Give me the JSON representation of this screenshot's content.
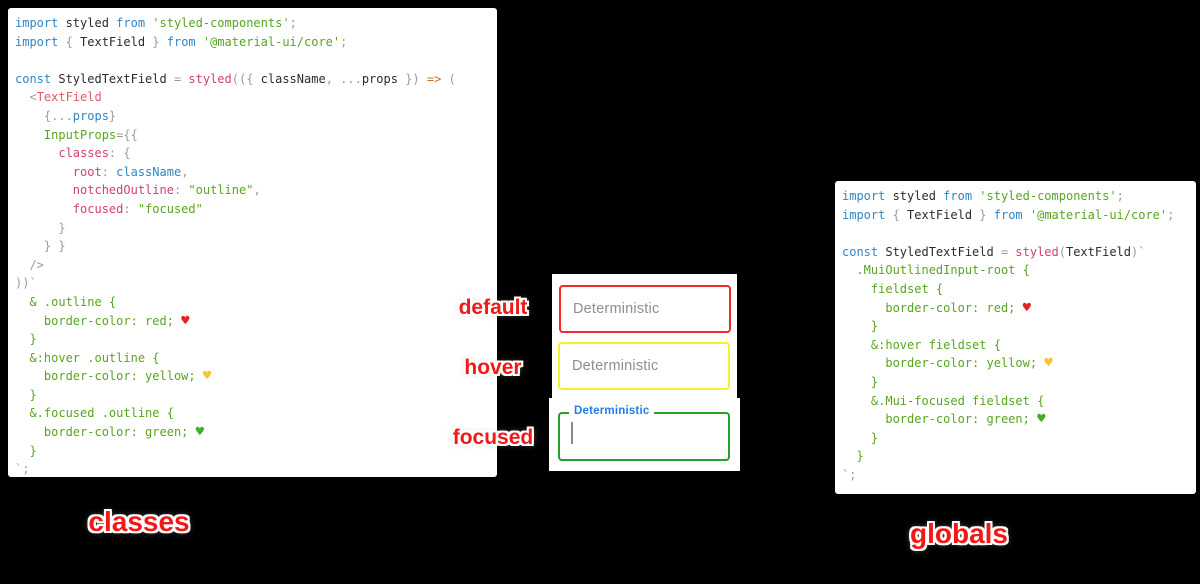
{
  "colors": {
    "background": "#000000",
    "panel_bg": "#ffffff",
    "keyword_blue": "#2e87c6",
    "string_green": "#58a51f",
    "pink": "#d23d7a",
    "jsx_red": "#e8566a",
    "arrow_orange": "#bf7326",
    "punct_gray": "#9b9b9b",
    "sticker_red": "#f21818",
    "field_default_border": "red",
    "field_hover_border": "yellow",
    "field_focused_border": "green",
    "focused_label_blue": "#2080e8",
    "placeholder_gray": "#8f8f8f"
  },
  "captions": {
    "left": "classes",
    "right": "globals"
  },
  "states": [
    {
      "label": "default"
    },
    {
      "label": "hover"
    },
    {
      "label": "focused"
    }
  ],
  "textfields": {
    "default": {
      "placeholder": "Deterministic",
      "border_color": "red"
    },
    "hover": {
      "placeholder": "Deterministic",
      "border_color": "yellow"
    },
    "focused": {
      "label": "Deterministic",
      "border_color": "green",
      "value": ""
    }
  },
  "icons": {
    "red_heart": "♥",
    "yellow_heart": "♥",
    "green_heart": "♥"
  },
  "code_blocks": [
    {
      "name": "classes-approach",
      "lines": [
        [
          [
            "k",
            "import"
          ],
          [
            "i",
            " styled"
          ],
          [
            "k",
            " from"
          ],
          [
            "s",
            " 'styled-components'"
          ],
          [
            "p",
            ";"
          ]
        ],
        [
          [
            "k",
            "import"
          ],
          [
            "p",
            " {"
          ],
          [
            "i",
            " TextField"
          ],
          [
            "p",
            " }"
          ],
          [
            "k",
            " from"
          ],
          [
            "s",
            " '@material-ui/core'"
          ],
          [
            "p",
            ";"
          ]
        ],
        [],
        [
          [
            "k",
            "const"
          ],
          [
            "i",
            " StyledTextField"
          ],
          [
            "p",
            " ="
          ],
          [
            "f",
            " styled"
          ],
          [
            "p",
            "(({"
          ],
          [
            "i",
            " className"
          ],
          [
            "p",
            ","
          ],
          [
            "p",
            " ..."
          ],
          [
            "i",
            "props"
          ],
          [
            "p",
            " })"
          ],
          [
            "a",
            " =>"
          ],
          [
            "p",
            " ("
          ]
        ],
        [
          [
            "p",
            "  <"
          ],
          [
            "j",
            "TextField"
          ]
        ],
        [
          [
            "p",
            "    {..."
          ],
          [
            "v",
            "props"
          ],
          [
            "p",
            "}"
          ]
        ],
        [
          [
            "g",
            "    InputProps"
          ],
          [
            "p",
            "={{"
          ]
        ],
        [
          [
            "m",
            "      classes"
          ],
          [
            "p",
            ": {"
          ]
        ],
        [
          [
            "m",
            "        root"
          ],
          [
            "p",
            ":"
          ],
          [
            "v",
            " className"
          ],
          [
            "p",
            ","
          ]
        ],
        [
          [
            "m",
            "        notchedOutline"
          ],
          [
            "p",
            ":"
          ],
          [
            "s",
            " \"outline\""
          ],
          [
            "p",
            ","
          ]
        ],
        [
          [
            "m",
            "        focused"
          ],
          [
            "p",
            ":"
          ],
          [
            "s",
            " \"focused\""
          ]
        ],
        [
          [
            "p",
            "      }"
          ]
        ],
        [
          [
            "p",
            "    } }"
          ]
        ],
        [
          [
            "p",
            "  />"
          ]
        ],
        [
          [
            "p",
            "))`"
          ]
        ],
        [
          [
            "c",
            "  & .outline {"
          ]
        ],
        [
          [
            "c",
            "    border-color: red; "
          ],
          [
            "hr",
            "♥"
          ]
        ],
        [
          [
            "c",
            "  }"
          ]
        ],
        [
          [
            "c",
            "  &:hover .outline {"
          ]
        ],
        [
          [
            "c",
            "    border-color: yellow; "
          ],
          [
            "hy",
            "♥"
          ]
        ],
        [
          [
            "c",
            "  }"
          ]
        ],
        [
          [
            "c",
            "  &.focused .outline {"
          ]
        ],
        [
          [
            "c",
            "    border-color: green; "
          ],
          [
            "hg",
            "♥"
          ]
        ],
        [
          [
            "c",
            "  }"
          ]
        ],
        [
          [
            "p",
            "`;"
          ]
        ]
      ]
    },
    {
      "name": "globals-approach",
      "lines": [
        [
          [
            "k",
            "import"
          ],
          [
            "i",
            " styled"
          ],
          [
            "k",
            " from"
          ],
          [
            "s",
            " 'styled-components'"
          ],
          [
            "p",
            ";"
          ]
        ],
        [
          [
            "k",
            "import"
          ],
          [
            "p",
            " {"
          ],
          [
            "i",
            " TextField"
          ],
          [
            "p",
            " }"
          ],
          [
            "k",
            " from"
          ],
          [
            "s",
            " '@material-ui/core'"
          ],
          [
            "p",
            ";"
          ]
        ],
        [],
        [
          [
            "k",
            "const"
          ],
          [
            "i",
            " StyledTextField"
          ],
          [
            "p",
            " ="
          ],
          [
            "f",
            " styled"
          ],
          [
            "p",
            "("
          ],
          [
            "i",
            "TextField"
          ],
          [
            "p",
            ")`"
          ]
        ],
        [
          [
            "c",
            "  .MuiOutlinedInput-root {"
          ]
        ],
        [
          [
            "c",
            "    fieldset {"
          ]
        ],
        [
          [
            "c",
            "      border-color: red; "
          ],
          [
            "hr",
            "♥"
          ]
        ],
        [
          [
            "c",
            "    }"
          ]
        ],
        [
          [
            "c",
            "    &:hover fieldset {"
          ]
        ],
        [
          [
            "c",
            "      border-color: yellow; "
          ],
          [
            "hy",
            "♥"
          ]
        ],
        [
          [
            "c",
            "    }"
          ]
        ],
        [
          [
            "c",
            "    &.Mui-focused fieldset {"
          ]
        ],
        [
          [
            "c",
            "      border-color: green; "
          ],
          [
            "hg",
            "♥"
          ]
        ],
        [
          [
            "c",
            "    }"
          ]
        ],
        [
          [
            "c",
            "  }"
          ]
        ],
        [
          [
            "p",
            "`;"
          ]
        ]
      ]
    }
  ]
}
